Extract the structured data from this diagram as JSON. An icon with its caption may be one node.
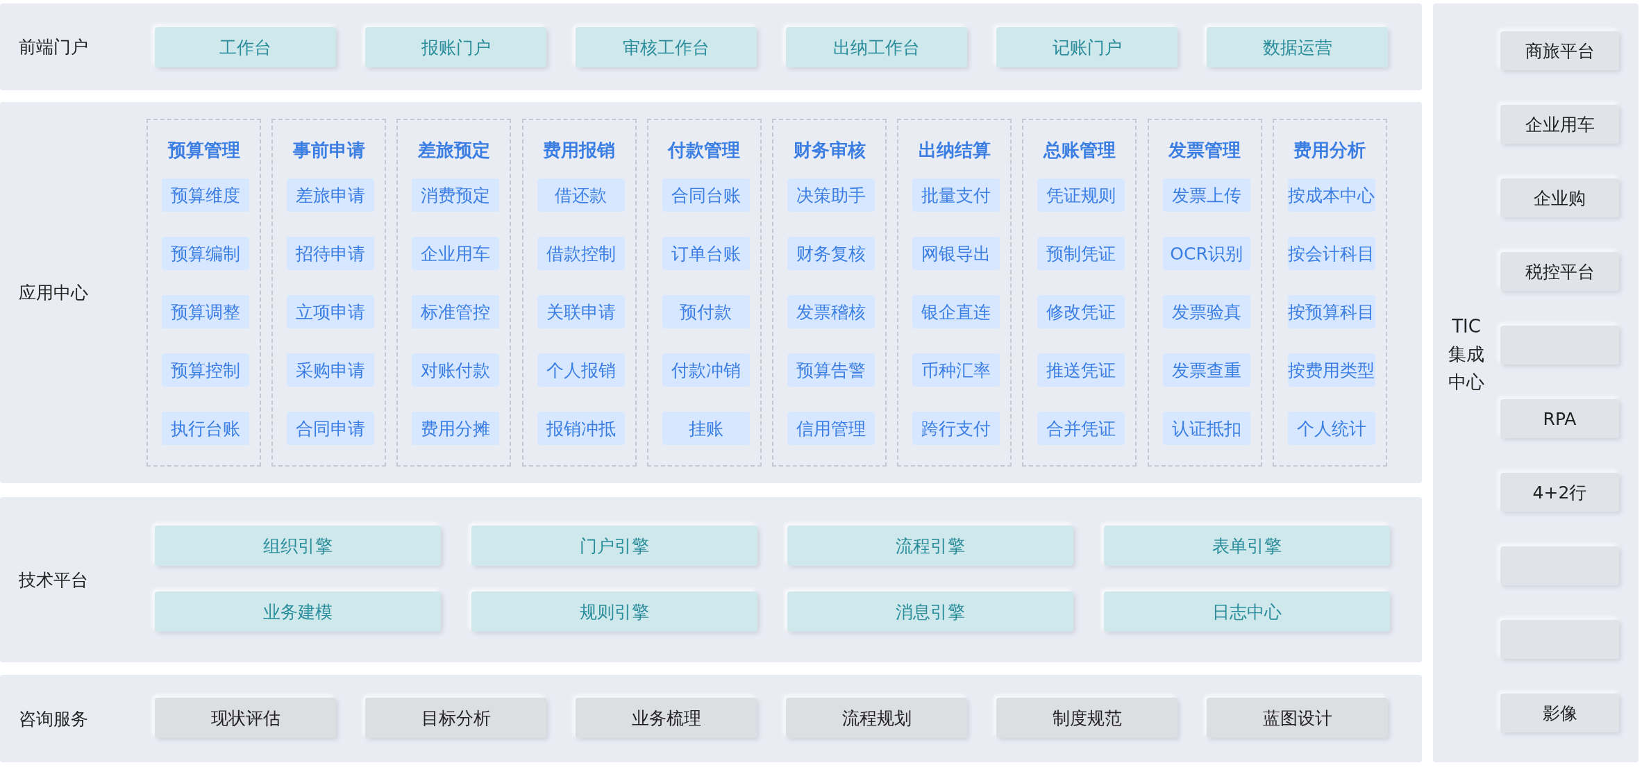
{
  "diagram": {
    "nodes": [
      {
        "text": [
          "前端门户"
        ]
      },
      {
        "text": [
          "工作台"
        ],
        "in": 0
      },
      {
        "text": [
          "报账门户"
        ],
        "in": 0
      },
      {
        "text": [
          "审核工作台"
        ],
        "in": 0
      },
      {
        "text": [
          "出纳工作台"
        ],
        "in": 0
      },
      {
        "text": [
          "记账门户"
        ],
        "in": 0
      },
      {
        "text": [
          "数据运营"
        ],
        "in": 0
      },
      {
        "text": [
          "应用中心"
        ]
      },
      {
        "text": [
          "预算管理"
        ],
        "in": 7
      },
      {
        "text": [
          "预算维度"
        ],
        "in": 8
      },
      {
        "text": [
          "预算编制"
        ],
        "in": 8
      },
      {
        "text": [
          "预算调整"
        ],
        "in": 8
      },
      {
        "text": [
          "预算控制"
        ],
        "in": 8
      },
      {
        "text": [
          "执行台账"
        ],
        "in": 8
      },
      {
        "text": [
          "事前申请"
        ],
        "in": 7
      },
      {
        "text": [
          "差旅申请"
        ],
        "in": 14
      },
      {
        "text": [
          "招待申请"
        ],
        "in": 14
      },
      {
        "text": [
          "立项申请"
        ],
        "in": 14
      },
      {
        "text": [
          "采购申请"
        ],
        "in": 14
      },
      {
        "text": [
          "合同申请"
        ],
        "in": 14
      },
      {
        "text": [
          "差旅预定"
        ],
        "in": 7
      },
      {
        "text": [
          "消费预定"
        ],
        "in": 20
      },
      {
        "text": [
          "企业用车"
        ],
        "in": 20
      },
      {
        "text": [
          "标准管控"
        ],
        "in": 20
      },
      {
        "text": [
          "对账付款"
        ],
        "in": 20
      },
      {
        "text": [
          "费用分摊"
        ],
        "in": 20
      },
      {
        "text": [
          "费用报销"
        ],
        "in": 7
      },
      {
        "text": [
          "借还款"
        ],
        "in": 26
      },
      {
        "text": [
          "借款控制"
        ],
        "in": 26
      },
      {
        "text": [
          "关联申请"
        ],
        "in": 26
      },
      {
        "text": [
          "个人报销"
        ],
        "in": 26
      },
      {
        "text": [
          "报销冲抵"
        ],
        "in": 26
      },
      {
        "text": [
          "付款管理"
        ],
        "in": 7
      },
      {
        "text": [
          "合同台账"
        ],
        "in": 32
      },
      {
        "text": [
          "订单台账"
        ],
        "in": 32
      },
      {
        "text": [
          "预付款"
        ],
        "in": 32
      },
      {
        "text": [
          "付款冲销"
        ],
        "in": 32
      },
      {
        "text": [
          "挂账"
        ],
        "in": 32
      },
      {
        "text": [
          "财务审核"
        ],
        "in": 7
      },
      {
        "text": [
          "决策助手"
        ],
        "in": 38
      },
      {
        "text": [
          "财务复核"
        ],
        "in": 38
      },
      {
        "text": [
          "发票稽核"
        ],
        "in": 38
      },
      {
        "text": [
          "预算告警"
        ],
        "in": 38
      },
      {
        "text": [
          "信用管理"
        ],
        "in": 38
      },
      {
        "text": [
          "出纳结算"
        ],
        "in": 7
      },
      {
        "text": [
          "批量支付"
        ],
        "in": 44
      },
      {
        "text": [
          "网银导出"
        ],
        "in": 44
      },
      {
        "text": [
          "银企直连"
        ],
        "in": 44
      },
      {
        "text": [
          "币种汇率"
        ],
        "in": 44
      },
      {
        "text": [
          "跨行支付"
        ],
        "in": 44
      },
      {
        "text": [
          "总账管理"
        ],
        "in": 7
      },
      {
        "text": [
          "凭证规则"
        ],
        "in": 50
      },
      {
        "text": [
          "预制凭证"
        ],
        "in": 50
      },
      {
        "text": [
          "修改凭证"
        ],
        "in": 50
      },
      {
        "text": [
          "推送凭证"
        ],
        "in": 50
      },
      {
        "text": [
          "合并凭证"
        ],
        "in": 50
      },
      {
        "text": [
          "发票管理"
        ],
        "in": 7
      },
      {
        "text": [
          "发票上传"
        ],
        "in": 56
      },
      {
        "text": [
          "OCR识别"
        ],
        "in": 56
      },
      {
        "text": [
          "发票验真"
        ],
        "in": 56
      },
      {
        "text": [
          "发票查重"
        ],
        "in": 56
      },
      {
        "text": [
          "认证抵扣"
        ],
        "in": 56
      },
      {
        "text": [
          "费用分析"
        ],
        "in": 7
      },
      {
        "text": [
          "按成本中心"
        ],
        "in": 62
      },
      {
        "text": [
          "按会计科目"
        ],
        "in": 62
      },
      {
        "text": [
          "按预算科目"
        ],
        "in": 62
      },
      {
        "text": [
          "按费用类型"
        ],
        "in": 62
      },
      {
        "text": [
          "个人统计"
        ],
        "in": 62
      },
      {
        "text": [
          "技术平台"
        ]
      },
      {
        "text": [
          "组织引擎"
        ],
        "in": 68
      },
      {
        "text": [
          "门户引擎"
        ],
        "in": 68
      },
      {
        "text": [
          "流程引擎"
        ],
        "in": 68
      },
      {
        "text": [
          "表单引擎"
        ],
        "in": 68
      },
      {
        "text": [
          "业务建模"
        ],
        "in": 68
      },
      {
        "text": [
          "规则引擎"
        ],
        "in": 68
      },
      {
        "text": [
          "消息引擎"
        ],
        "in": 68
      },
      {
        "text": [
          "日志中心"
        ],
        "in": 68
      },
      {
        "text": [
          "咨询服务"
        ]
      },
      {
        "text": [
          "现状评估"
        ],
        "in": 77
      },
      {
        "text": [
          "目标分析"
        ],
        "in": 77
      },
      {
        "text": [
          "业务梳理"
        ],
        "in": 77
      },
      {
        "text": [
          "流程规划"
        ],
        "in": 77
      },
      {
        "text": [
          "制度规范"
        ],
        "in": 77
      },
      {
        "text": [
          "蓝图设计"
        ],
        "in": 77
      },
      {
        "text": [
          "TIC集成中心"
        ]
      },
      {
        "text": [
          "商旅平台"
        ],
        "in": 84
      },
      {
        "text": [
          "企业用车"
        ],
        "in": 84
      },
      {
        "text": [
          "企业购"
        ],
        "in": 84
      },
      {
        "text": [
          "税控平台"
        ],
        "in": 84
      },
      {
        "text": [],
        "shape": "box",
        "in": 84
      },
      {
        "text": [
          "RPA"
        ],
        "in": 84
      },
      {
        "text": [
          "4+2行"
        ],
        "in": 84
      },
      {
        "text": [],
        "shape": "box",
        "in": 84
      },
      {
        "text": [],
        "shape": "box",
        "in": 84
      },
      {
        "text": [
          "影像"
        ],
        "in": 84
      }
    ]
  }
}
